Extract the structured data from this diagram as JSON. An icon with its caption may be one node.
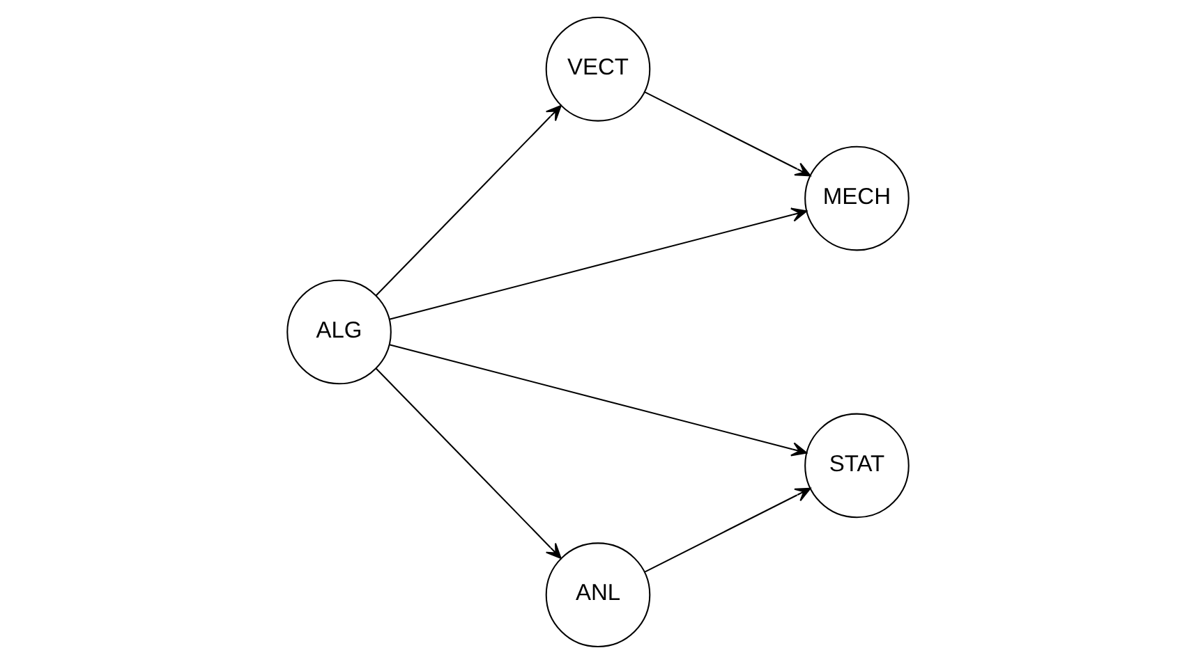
{
  "diagram": {
    "nodes": [
      {
        "text": [
          "VECT"
        ]
      },
      {
        "text": [
          "ALG"
        ]
      },
      {
        "text": [
          "STAT"
        ]
      },
      {
        "text": [
          "ANL"
        ]
      },
      {
        "text": [
          "MECH"
        ]
      }
    ],
    "edges": [
      {
        "from": 1,
        "to": 0,
        "arrow": "to"
      },
      {
        "from": 1,
        "to": 2,
        "arrow": "to"
      },
      {
        "from": 1,
        "to": 3,
        "arrow": "to"
      },
      {
        "from": 1,
        "to": 4,
        "arrow": "to"
      },
      {
        "from": 0,
        "to": 4,
        "arrow": "to"
      },
      {
        "from": 3,
        "to": 2,
        "arrow": "to"
      }
    ]
  }
}
